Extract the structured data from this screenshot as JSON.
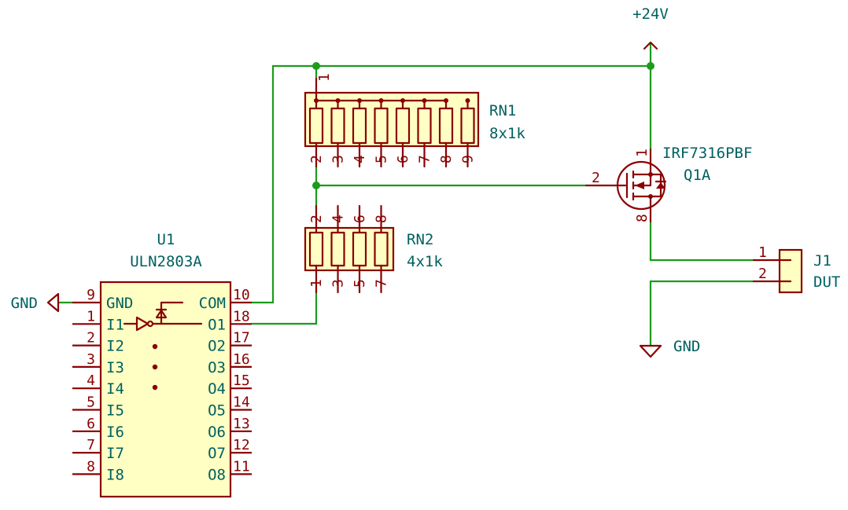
{
  "nets": {
    "vcc": "+24V",
    "gnd_left": "GND",
    "gnd_bottom": "GND"
  },
  "u1": {
    "ref": "U1",
    "value": "ULN2803A",
    "pins_left": [
      {
        "name": "GND",
        "num": "9"
      },
      {
        "name": "I1",
        "num": "1"
      },
      {
        "name": "I2",
        "num": "2"
      },
      {
        "name": "I3",
        "num": "3"
      },
      {
        "name": "I4",
        "num": "4"
      },
      {
        "name": "I5",
        "num": "5"
      },
      {
        "name": "I6",
        "num": "6"
      },
      {
        "name": "I7",
        "num": "7"
      },
      {
        "name": "I8",
        "num": "8"
      }
    ],
    "pins_right": [
      {
        "name": "COM",
        "num": "10"
      },
      {
        "name": "O1",
        "num": "18"
      },
      {
        "name": "O2",
        "num": "17"
      },
      {
        "name": "O3",
        "num": "16"
      },
      {
        "name": "O4",
        "num": "15"
      },
      {
        "name": "O5",
        "num": "14"
      },
      {
        "name": "O6",
        "num": "13"
      },
      {
        "name": "O7",
        "num": "12"
      },
      {
        "name": "O8",
        "num": "11"
      }
    ]
  },
  "rn1": {
    "ref": "RN1",
    "value": "8x1k",
    "common_pin": "1",
    "pins": [
      "2",
      "3",
      "4",
      "5",
      "6",
      "7",
      "8",
      "9"
    ]
  },
  "rn2": {
    "ref": "RN2",
    "value": "4x1k",
    "top_pins": [
      "2",
      "4",
      "6",
      "8"
    ],
    "bottom_pins": [
      "1",
      "3",
      "5",
      "7"
    ]
  },
  "q1": {
    "ref": "Q1A",
    "value": "IRF7316PBF",
    "pin_source": "1",
    "pin_gate": "2",
    "pin_drain": "8"
  },
  "j1": {
    "ref": "J1",
    "value": "DUT",
    "pins": [
      "1",
      "2"
    ]
  }
}
